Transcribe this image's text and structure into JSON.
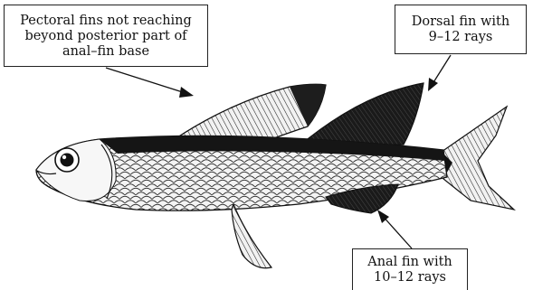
{
  "labels": {
    "pectoral": [
      "Pectoral fins not reaching",
      "beyond posterior part of",
      "anal–fin base"
    ],
    "dorsal": [
      "Dorsal fin with",
      "9–12 rays"
    ],
    "anal": [
      "Anal fin with",
      "10–12 rays"
    ]
  },
  "colors": {
    "ink": "#111111",
    "paper": "#ffffff",
    "stroke": "#222222"
  }
}
